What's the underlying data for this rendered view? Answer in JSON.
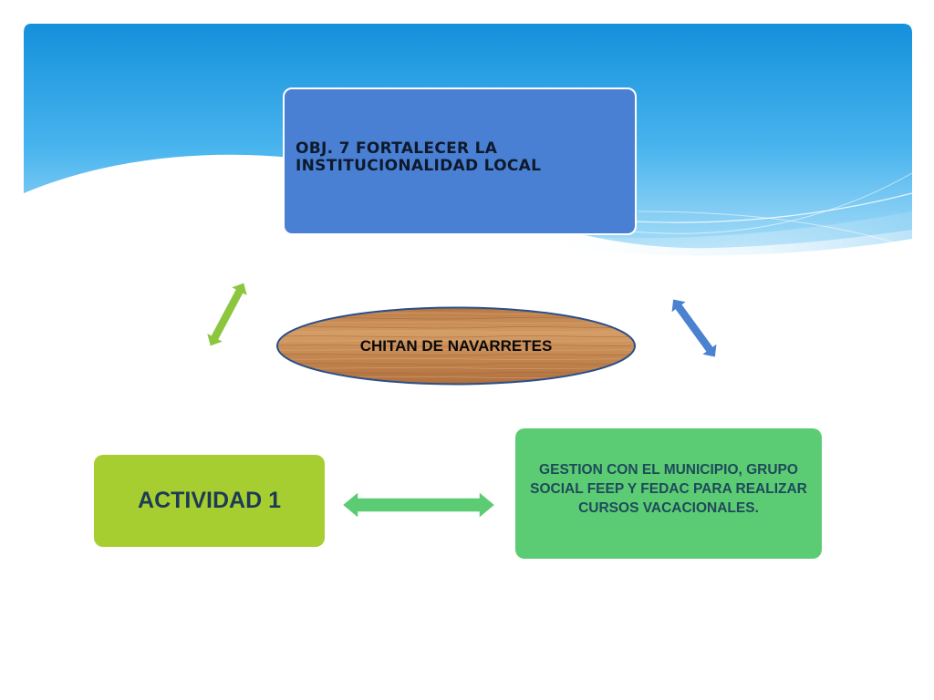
{
  "diagram": {
    "objective": "OBJ. 7 FORTALECER LA INSTITUCIONALIDAD  LOCAL",
    "center": "CHITAN DE NAVARRETES",
    "activity": "ACTIVIDAD 1",
    "gestion": "GESTION  CON EL MUNICIPIO, GRUPO SOCIAL FEEP Y FEDAC PARA REALIZAR CURSOS VACACIONALES."
  },
  "colors": {
    "sky_top": "#1992dc",
    "sky_bottom": "#8fd0f4",
    "objective_box": "#4a80d4",
    "activity_box": "#a6ce30",
    "gestion_box": "#5ccc74",
    "arrow_green_light": "#8cc63f",
    "arrow_blue": "#4a82d0",
    "arrow_green": "#5ccc74",
    "wood": "#c8905a"
  },
  "icons": {
    "top_left_arrow": "double-arrow-icon",
    "top_right_arrow": "double-arrow-icon",
    "bottom_arrow": "double-arrow-icon"
  }
}
